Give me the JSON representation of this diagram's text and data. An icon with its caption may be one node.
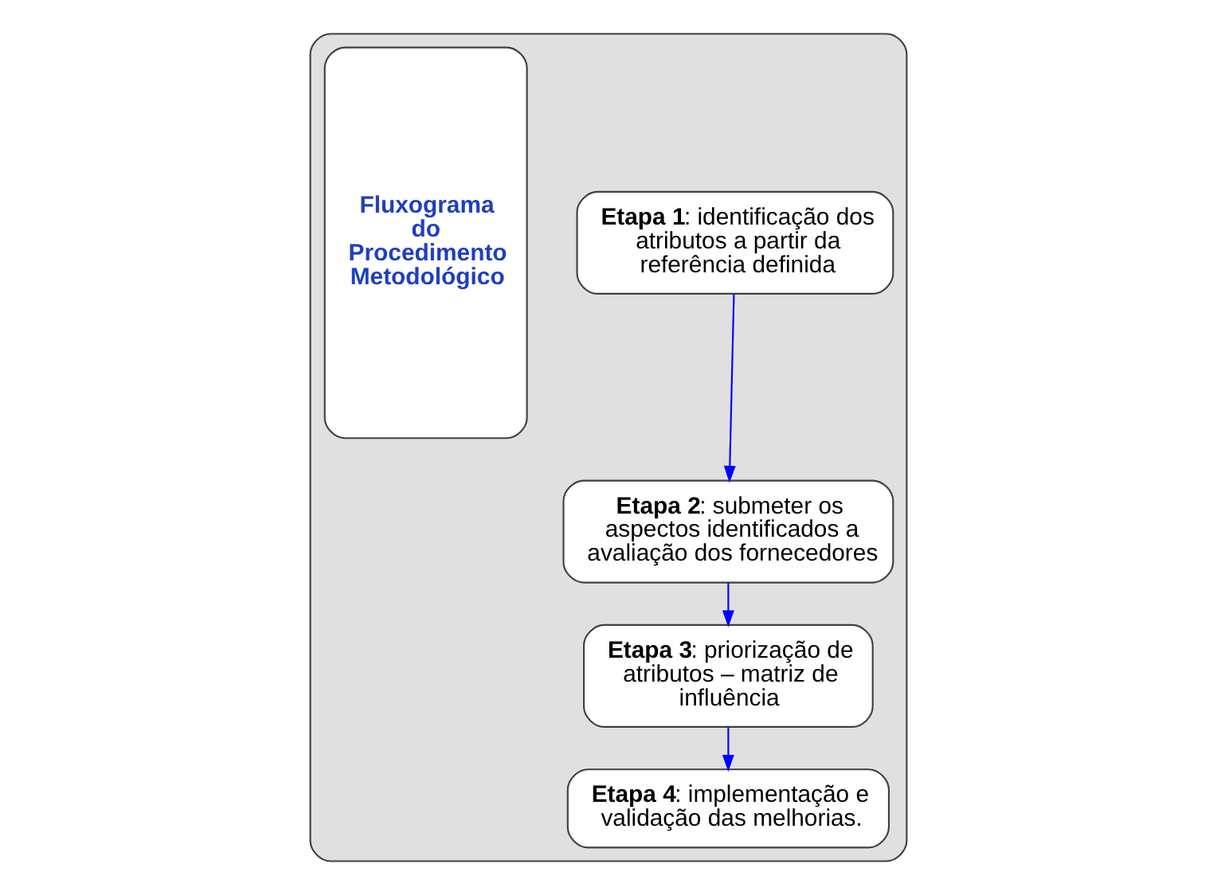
{
  "diagram": {
    "nodes": [
      {
        "text": [],
        "shape": "box"
      },
      {
        "text": [
          "Fluxograma do Procedimento Metodológico"
        ],
        "in": 0
      },
      {
        "text": [
          "**Etapa 1**: identificação dos atributos a partir da referência definida"
        ],
        "in": 0
      },
      {
        "text": [
          "**Etapa 2**: submeter os aspectos identificados a avaliação dos fornecedores"
        ],
        "in": 0
      },
      {
        "text": [
          "**Etapa 3**: priorização de atributos – matriz de influência"
        ],
        "in": 0
      },
      {
        "text": [
          "**Etapa 4**: implementação e validação das melhorias."
        ],
        "in": 0
      }
    ],
    "edges": [
      {
        "from": 2,
        "to": 3,
        "arrow": "to"
      },
      {
        "from": 3,
        "to": 4,
        "arrow": "to"
      },
      {
        "from": 4,
        "to": 5,
        "arrow": "to"
      }
    ]
  }
}
